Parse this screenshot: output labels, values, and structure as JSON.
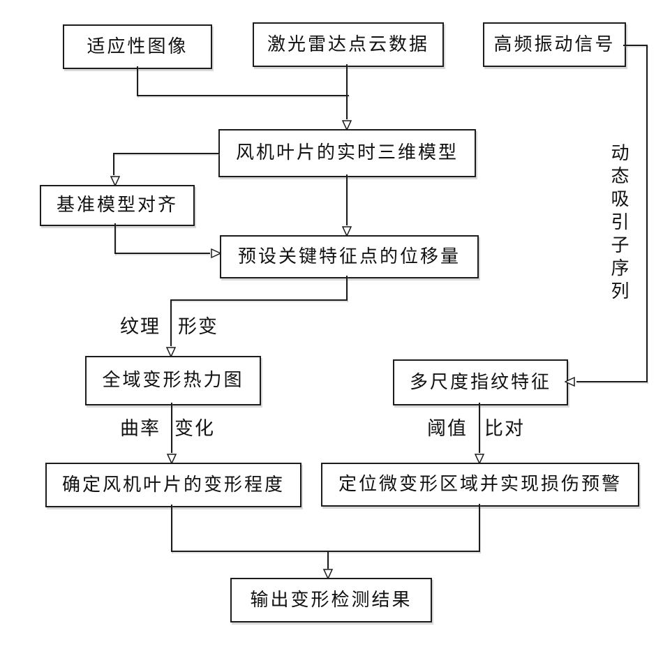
{
  "diagram": {
    "title_hint": "wind turbine blade deformation detection flowchart",
    "nodes": {
      "adaptive_image": "适应性图像",
      "lidar_point_cloud": "激光雷达点云数据",
      "vibration_signal": "高频振动信号",
      "realtime_model": "风机叶片的实时三维模型",
      "baseline_alignment": "基准模型对齐",
      "keypoint_displacement": "预设关键特征点的位移量",
      "deformation_heatmap": "全域变形热力图",
      "fingerprint_features": "多尺度指纹特征",
      "deformation_degree": "确定风机叶片的变形程度",
      "micro_deformation_warning": "定位微变形区域并实现损伤预警",
      "output_result": "输出变形检测结果"
    },
    "edge_labels": {
      "texture": "纹理",
      "deformation": "形变",
      "curvature": "曲率",
      "change": "变化",
      "threshold": "阈值",
      "comparison": "比对",
      "dynamic_attractor_sequence": "动态吸引子序列"
    },
    "colors": {
      "line": "#1c1c1c",
      "box_border": "#1c1c1c",
      "background": "#ffffff",
      "text": "#111111"
    }
  }
}
